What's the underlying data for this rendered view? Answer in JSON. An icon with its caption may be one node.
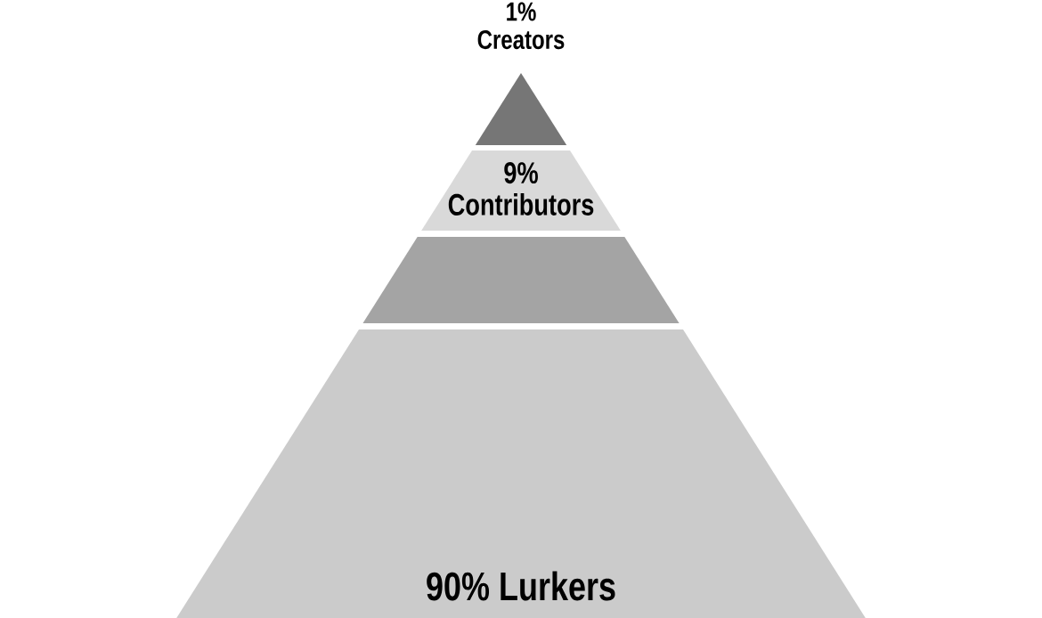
{
  "diagram": {
    "nodes": [
      {
        "text": [
          "1% Creators"
        ]
      },
      {
        "text": [
          "9% Contributors"
        ]
      },
      {
        "text": [],
        "shape": "trapezoid"
      },
      {
        "text": [
          "90% Lurkers"
        ]
      }
    ]
  }
}
